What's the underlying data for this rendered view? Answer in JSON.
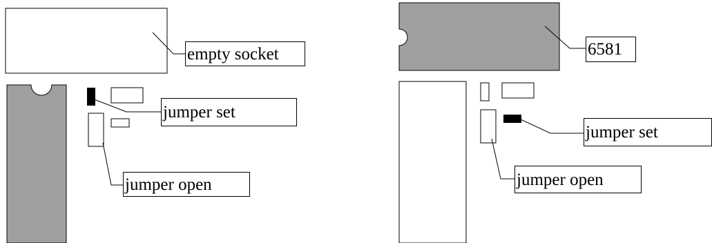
{
  "left_board": {
    "socket_label": "empty socket",
    "jumper_set_label": "jumper set",
    "jumper_open_label": "jumper open"
  },
  "right_board": {
    "chip_label": "6581",
    "jumper_set_label": "jumper set",
    "jumper_open_label": "jumper open"
  },
  "colors": {
    "chip_fill": "#a0a0a0",
    "jumper_set_fill": "#000000",
    "outline": "#000000"
  }
}
